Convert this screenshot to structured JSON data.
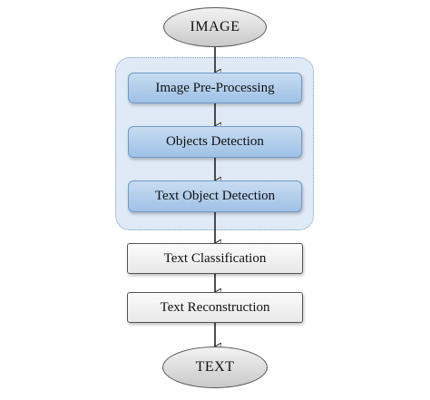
{
  "nodes": {
    "start": "IMAGE",
    "pre_processing": "Image Pre-Processing",
    "objects_detection": "Objects Detection",
    "text_object_detection": "Text Object Detection",
    "text_classification": "Text Classification",
    "text_reconstruction": "Text Reconstruction",
    "end": "TEXT"
  },
  "colors": {
    "group_fill": "#dfeaf6",
    "blue_box": "#b3cfec",
    "terminal": "#d9d9d9",
    "plain_box": "#f0f0f0"
  }
}
